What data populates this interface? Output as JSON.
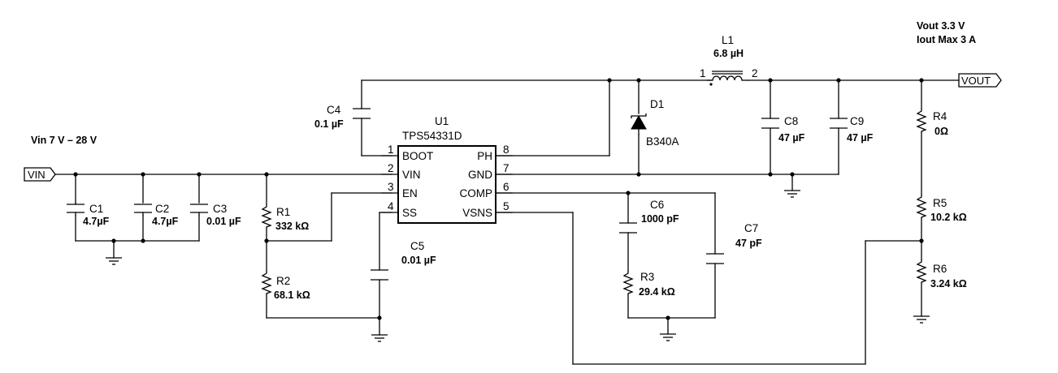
{
  "ports": {
    "vin": "VIN",
    "vout": "VOUT"
  },
  "annotations": {
    "vin_range": "Vin  7 V – 28 V",
    "vout": "Vout 3.3 V",
    "iout": "Iout Max 3 A"
  },
  "ic": {
    "ref": "U1",
    "part": "TPS54331D",
    "pins": [
      {
        "num": "1",
        "name": "BOOT"
      },
      {
        "num": "2",
        "name": "VIN"
      },
      {
        "num": "3",
        "name": "EN"
      },
      {
        "num": "4",
        "name": "SS"
      },
      {
        "num": "8",
        "name": "PH"
      },
      {
        "num": "7",
        "name": "GND"
      },
      {
        "num": "6",
        "name": "COMP"
      },
      {
        "num": "5",
        "name": "VSNS"
      }
    ]
  },
  "components": {
    "C1": {
      "ref": "C1",
      "value": "4.7µF"
    },
    "C2": {
      "ref": "C2",
      "value": "4.7µF"
    },
    "C3": {
      "ref": "C3",
      "value": "0.01 µF"
    },
    "C4": {
      "ref": "C4",
      "value": "0.1 µF"
    },
    "C5": {
      "ref": "C5",
      "value": "0.01 µF"
    },
    "C6": {
      "ref": "C6",
      "value": "1000 pF"
    },
    "C7": {
      "ref": "C7",
      "value": "47 pF"
    },
    "C8": {
      "ref": "C8",
      "value": "47 µF"
    },
    "C9": {
      "ref": "C9",
      "value": "47 µF"
    },
    "R1": {
      "ref": "R1",
      "value": "332 kΩ"
    },
    "R2": {
      "ref": "R2",
      "value": "68.1 kΩ"
    },
    "R3": {
      "ref": "R3",
      "value": "29.4 kΩ"
    },
    "R4": {
      "ref": "R4",
      "value": "0Ω"
    },
    "R5": {
      "ref": "R5",
      "value": "10.2 kΩ"
    },
    "R6": {
      "ref": "R6",
      "value": "3.24 kΩ"
    },
    "D1": {
      "ref": "D1",
      "value": "B340A"
    },
    "L1": {
      "ref": "L1",
      "value": "6.8 µH",
      "pin1": "1",
      "pin2": "2"
    }
  }
}
